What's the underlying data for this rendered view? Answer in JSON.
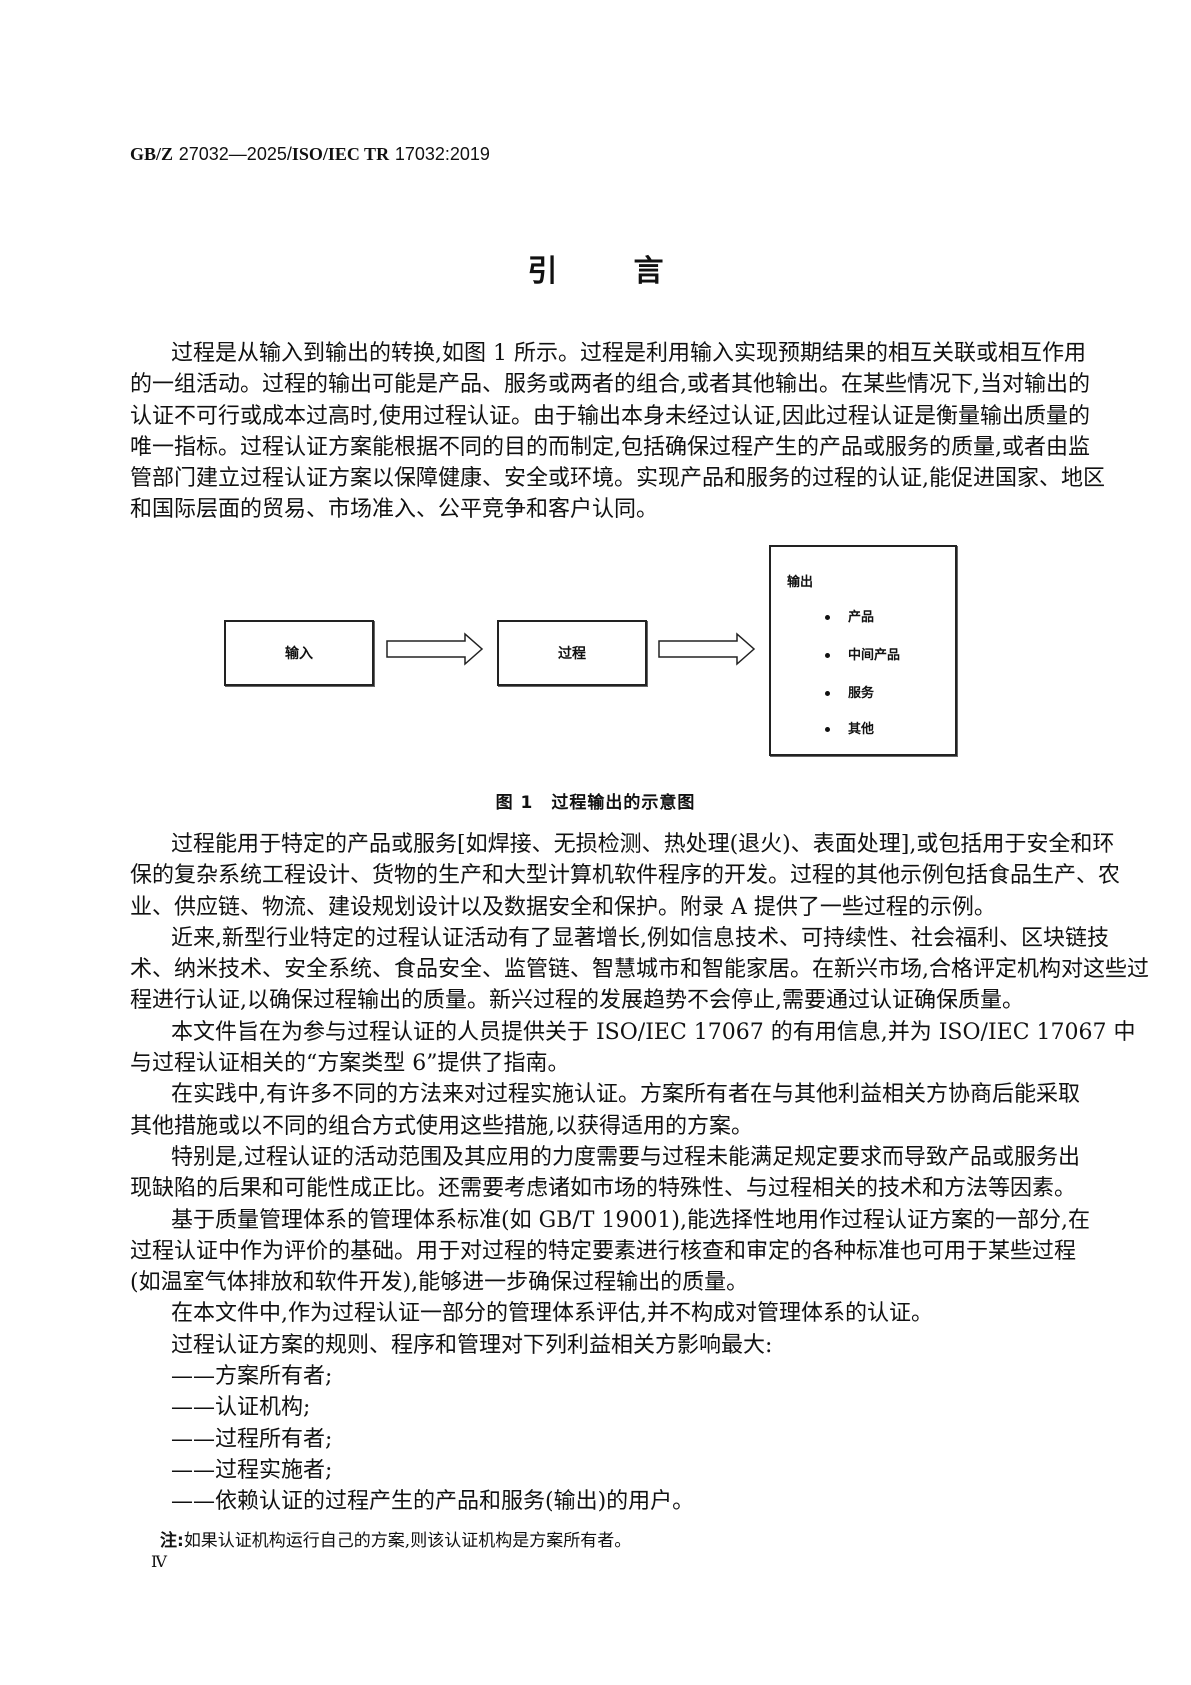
{
  "header": {
    "standard_prefix": "GB/Z",
    "standard_number": "27032—2025/",
    "iso_prefix": "ISO/IEC TR",
    "iso_number": "17032:2019"
  },
  "title": "引言",
  "intro_paragraph": [
    "过程是从输入到输出的转换,如图 1 所示。过程是利用输入实现预期结果的相互关联或相互作用",
    "的一组活动。过程的输出可能是产品、服务或两者的组合,或者其他输出。在某些情况下,当对输出的",
    "认证不可行或成本过高时,使用过程认证。由于输出本身未经过认证,因此过程认证是衡量输出质量的",
    "唯一指标。过程认证方案能根据不同的目的而制定,包括确保过程产生的产品或服务的质量,或者由监",
    "管部门建立过程认证方案以保障健康、安全或环境。实现产品和服务的过程的认证,能促进国家、地区",
    "和国际层面的贸易、市场准入、公平竞争和客户认同。"
  ],
  "figure": {
    "input_label": "输入",
    "process_label": "过程",
    "output_title": "输出",
    "output_items": [
      "产品",
      "中间产品",
      "服务",
      "其他"
    ],
    "caption": "图 1　过程输出的示意图"
  },
  "paragraphs": [
    [
      "过程能用于特定的产品或服务[如焊接、无损检测、热处理(退火)、表面处理],或包括用于安全和环",
      "保的复杂系统工程设计、货物的生产和大型计算机软件程序的开发。过程的其他示例包括食品生产、农",
      "业、供应链、物流、建设规划设计以及数据安全和保护。附录 A 提供了一些过程的示例。"
    ],
    [
      "近来,新型行业特定的过程认证活动有了显著增长,例如信息技术、可持续性、社会福利、区块链技",
      "术、纳米技术、安全系统、食品安全、监管链、智慧城市和智能家居。在新兴市场,合格评定机构对这些过",
      "程进行认证,以确保过程输出的质量。新兴过程的发展趋势不会停止,需要通过认证确保质量。"
    ],
    [
      "本文件旨在为参与过程认证的人员提供关于 ISO/IEC 17067 的有用信息,并为 ISO/IEC 17067 中",
      "与过程认证相关的“方案类型 6”提供了指南。"
    ],
    [
      "在实践中,有许多不同的方法来对过程实施认证。方案所有者在与其他利益相关方协商后能采取",
      "其他措施或以不同的组合方式使用这些措施,以获得适用的方案。"
    ],
    [
      "特别是,过程认证的活动范围及其应用的力度需要与过程未能满足规定要求而导致产品或服务出",
      "现缺陷的后果和可能性成正比。还需要考虑诸如市场的特殊性、与过程相关的技术和方法等因素。"
    ],
    [
      "基于质量管理体系的管理体系标准(如 GB/T 19001),能选择性地用作过程认证方案的一部分,在",
      "过程认证中作为评价的基础。用于对过程的特定要素进行核查和审定的各种标准也可用于某些过程",
      "(如温室气体排放和软件开发),能够进一步确保过程输出的质量。"
    ],
    [
      "在本文件中,作为过程认证一部分的管理体系评估,并不构成对管理体系的认证。"
    ],
    [
      "过程认证方案的规则、程序和管理对下列利益相关方影响最大:"
    ]
  ],
  "dash_items": [
    "——方案所有者;",
    "——认证机构;",
    "——过程所有者;",
    "——过程实施者;",
    "——依赖认证的过程产生的产品和服务(输出)的用户。"
  ],
  "note": {
    "label": "注:",
    "text": "如果认证机构运行自己的方案,则该认证机构是方案所有者。"
  },
  "page_number": "Ⅳ"
}
